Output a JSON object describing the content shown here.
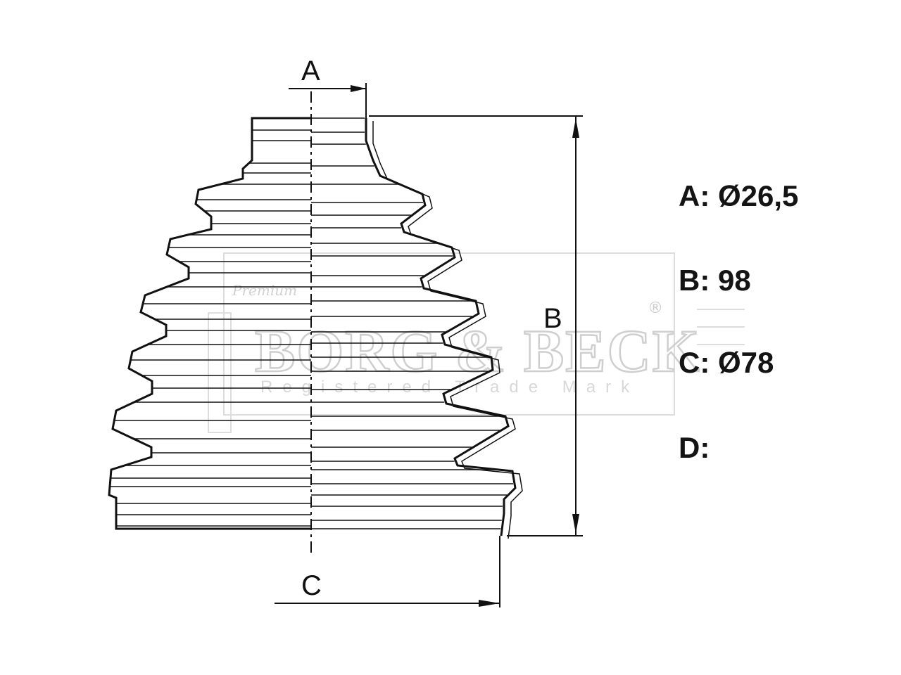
{
  "diagram": {
    "dimension_letters": {
      "a": "A",
      "b": "B",
      "c": "C"
    },
    "watermark": {
      "brand": "BORG & BECK",
      "tagline": "Registered Trade Mark",
      "script": "Premium",
      "registered_symbol": "®"
    },
    "specs": [
      {
        "label": "A:",
        "value": "Ø26,5"
      },
      {
        "label": "B:",
        "value": "98"
      },
      {
        "label": "C:",
        "value": "Ø78"
      },
      {
        "label": "D:",
        "value": ""
      }
    ]
  }
}
